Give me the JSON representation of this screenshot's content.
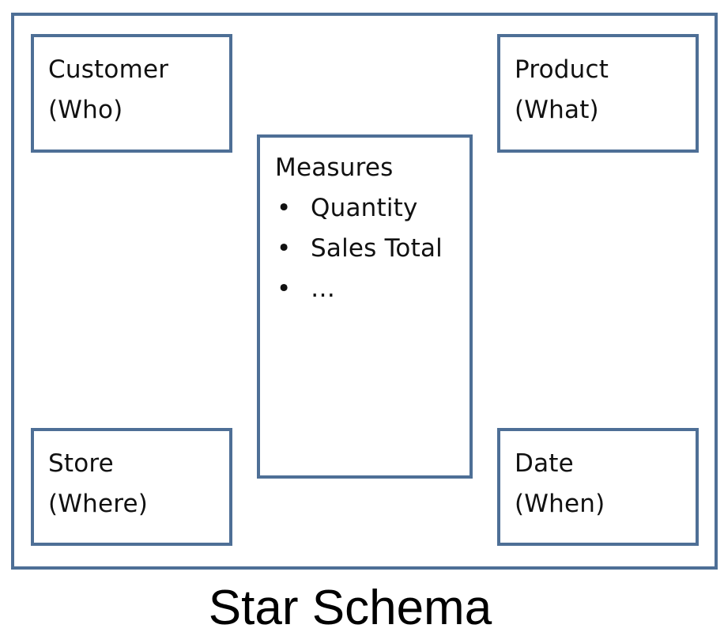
{
  "diagram": {
    "title": "Star Schema",
    "border_color": "#4e6f96",
    "dimensions": {
      "customer": {
        "name": "Customer",
        "role": "(Who)"
      },
      "product": {
        "name": "Product",
        "role": "(What)"
      },
      "store": {
        "name": "Store",
        "role": "(Where)"
      },
      "date": {
        "name": "Date",
        "role": "(When)"
      }
    },
    "fact": {
      "heading": "Measures",
      "bullet": "•",
      "items": [
        "Quantity",
        "Sales Total",
        "…"
      ]
    }
  }
}
